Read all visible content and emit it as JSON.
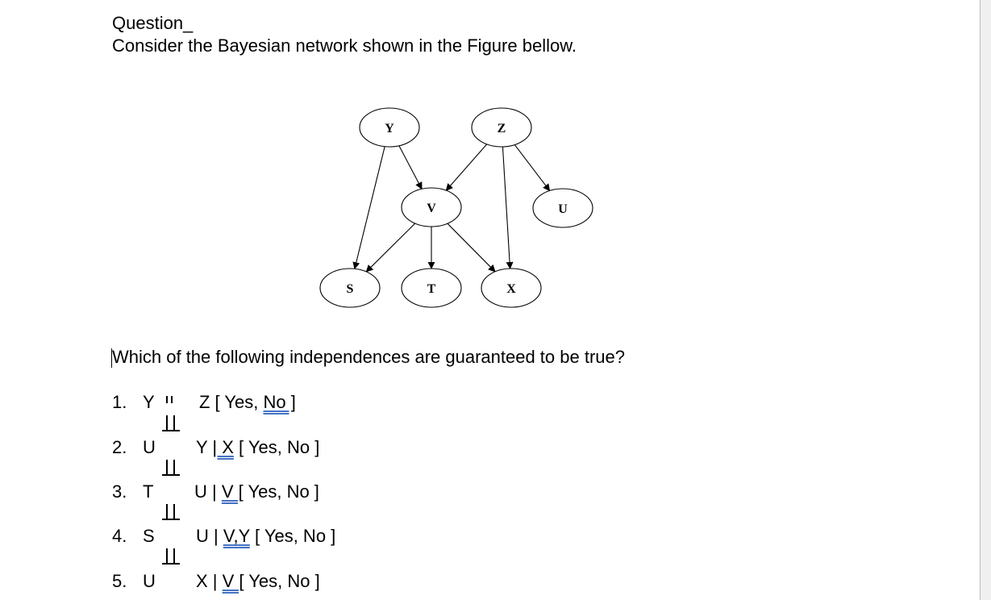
{
  "question": {
    "title": "Question_",
    "intro": "Consider the Bayesian network shown in the Figure bellow.",
    "prompt": "Which of the following independences are guaranteed to be true?"
  },
  "graph": {
    "nodes": {
      "Y": "Y",
      "Z": "Z",
      "V": "V",
      "U": "U",
      "S": "S",
      "T": "T",
      "X": "X"
    },
    "edges": [
      [
        "Y",
        "V"
      ],
      [
        "Y",
        "S"
      ],
      [
        "Z",
        "V"
      ],
      [
        "Z",
        "U"
      ],
      [
        "Z",
        "X"
      ],
      [
        "V",
        "S"
      ],
      [
        "V",
        "T"
      ],
      [
        "V",
        "X"
      ]
    ]
  },
  "items": [
    {
      "num": "1.",
      "lhs": "Y",
      "rhs": "Z [ Yes, ",
      "underlined": "No ]",
      "rest": ""
    },
    {
      "num": "2.",
      "lhs": "U",
      "rhs": "Y ",
      "underlined": "| X",
      "rest": " [ Yes, No ]"
    },
    {
      "num": "3.",
      "lhs": "T",
      "rhs": "U | ",
      "underlined": "V  [",
      "rest": " Yes, No ]"
    },
    {
      "num": "4.",
      "lhs": "S",
      "rhs": "U | ",
      "underlined": "V,Y",
      "rest": "  [ Yes, No ]"
    },
    {
      "num": "5.",
      "lhs": "U",
      "rhs": "X | ",
      "underlined": "V  [",
      "rest": " Yes, No ]"
    }
  ]
}
